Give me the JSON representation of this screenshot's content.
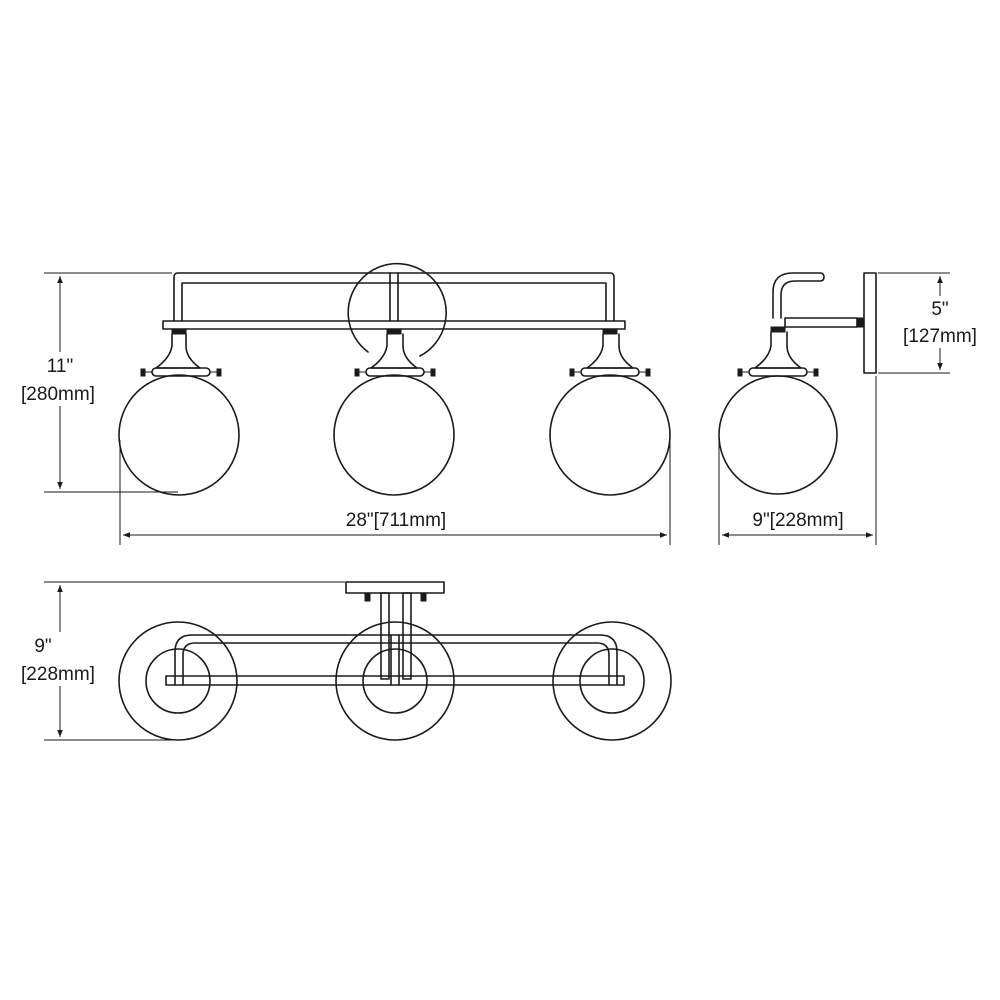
{
  "dimensions": {
    "front_height_in": "11\"",
    "front_height_mm": "[280mm]",
    "front_width": "28\"[711mm]",
    "side_backplate_in": "5\"",
    "side_backplate_mm": "[127mm]",
    "side_depth": "9\"[228mm]",
    "top_depth_in": "9\"",
    "top_depth_mm": "[228mm]"
  }
}
